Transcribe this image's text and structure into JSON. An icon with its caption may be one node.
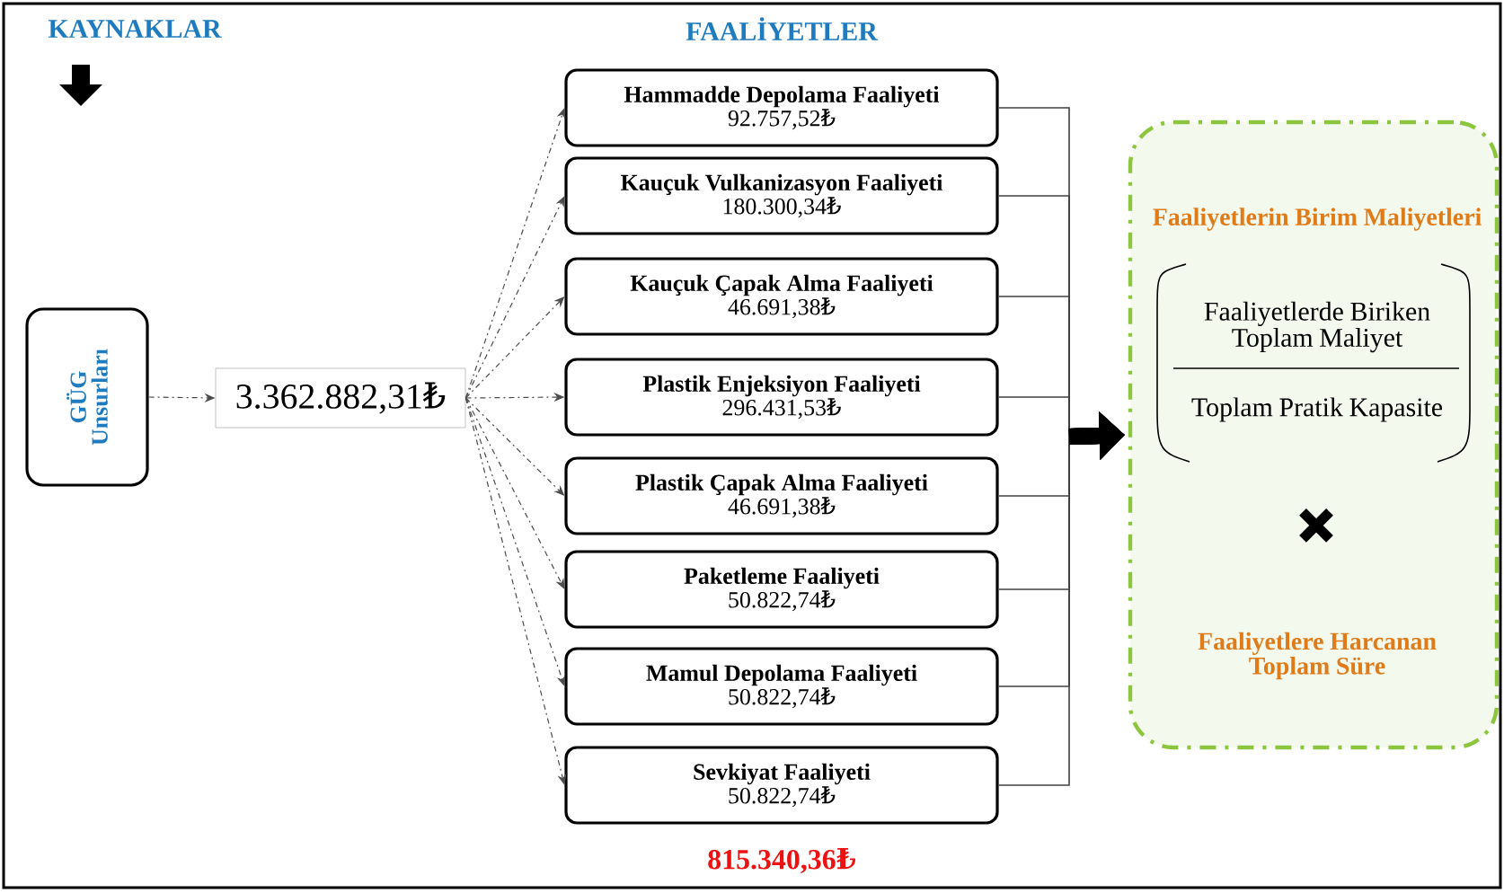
{
  "diagram": {
    "nodes": [
      {
        "text": [
          "GÜG Unsurları"
        ]
      },
      {
        "text": [
          "3.362.882,31₺"
        ]
      },
      {
        "text": [
          "Hammadde Depolama Faaliyeti",
          "92.757,52₺"
        ]
      },
      {
        "text": [
          "Kauçuk Vulkanizasyon Faaliyeti",
          "180.300,34₺"
        ]
      },
      {
        "text": [
          "Kauçuk Çapak Alma Faaliyeti",
          "46.691,38₺"
        ]
      },
      {
        "text": [
          "Plastik Enjeksiyon Faaliyeti",
          "296.431,53₺"
        ]
      },
      {
        "text": [
          "Plastik Çapak Alma Faaliyeti",
          "46.691,38₺"
        ]
      },
      {
        "text": [
          "Paketleme Faaliyeti",
          "50.822,74₺"
        ]
      },
      {
        "text": [
          "Mamul Depolama Faaliyeti",
          "50.822,74₺"
        ]
      },
      {
        "text": [
          "Sevkiyat Faaliyeti",
          "50.822,74₺"
        ]
      },
      {
        "text": [
          "Faaliyetlerin Birim Maliyetleri",
          "Faaliyetlerde Biriken Toplam Maliyet",
          "Toplam Pratik Kapasite",
          "Faaliyetlere Harcanan Toplam Süre"
        ]
      }
    ],
    "edges": [
      {
        "from": 0,
        "to": 1,
        "arrow": "to",
        "style": "dashed"
      },
      {
        "from": 1,
        "to": 2,
        "arrow": "to",
        "style": "dashed"
      },
      {
        "from": 1,
        "to": 3,
        "arrow": "to",
        "style": "dashed"
      },
      {
        "from": 1,
        "to": 4,
        "arrow": "to",
        "style": "dashed"
      },
      {
        "from": 1,
        "to": 5,
        "arrow": "to",
        "style": "dashed"
      },
      {
        "from": 1,
        "to": 6,
        "arrow": "to",
        "style": "dashed"
      },
      {
        "from": 1,
        "to": 7,
        "arrow": "to",
        "style": "dashed"
      },
      {
        "from": 1,
        "to": 8,
        "arrow": "to",
        "style": "dashed"
      },
      {
        "from": 1,
        "to": 9,
        "arrow": "to",
        "style": "dashed"
      },
      {
        "from": 2,
        "to": 10,
        "arrow": "to"
      },
      {
        "from": 3,
        "to": 10,
        "arrow": "to"
      },
      {
        "from": 4,
        "to": 10,
        "arrow": "to"
      },
      {
        "from": 5,
        "to": 10,
        "arrow": "to"
      },
      {
        "from": 6,
        "to": 10,
        "arrow": "to"
      },
      {
        "from": 7,
        "to": 10,
        "arrow": "to"
      },
      {
        "from": 8,
        "to": 10,
        "arrow": "to"
      },
      {
        "from": 9,
        "to": 10,
        "arrow": "to"
      }
    ],
    "labels": [
      "KAYNAKLAR",
      "FAALİYETLER",
      "815.340,36₺"
    ]
  }
}
